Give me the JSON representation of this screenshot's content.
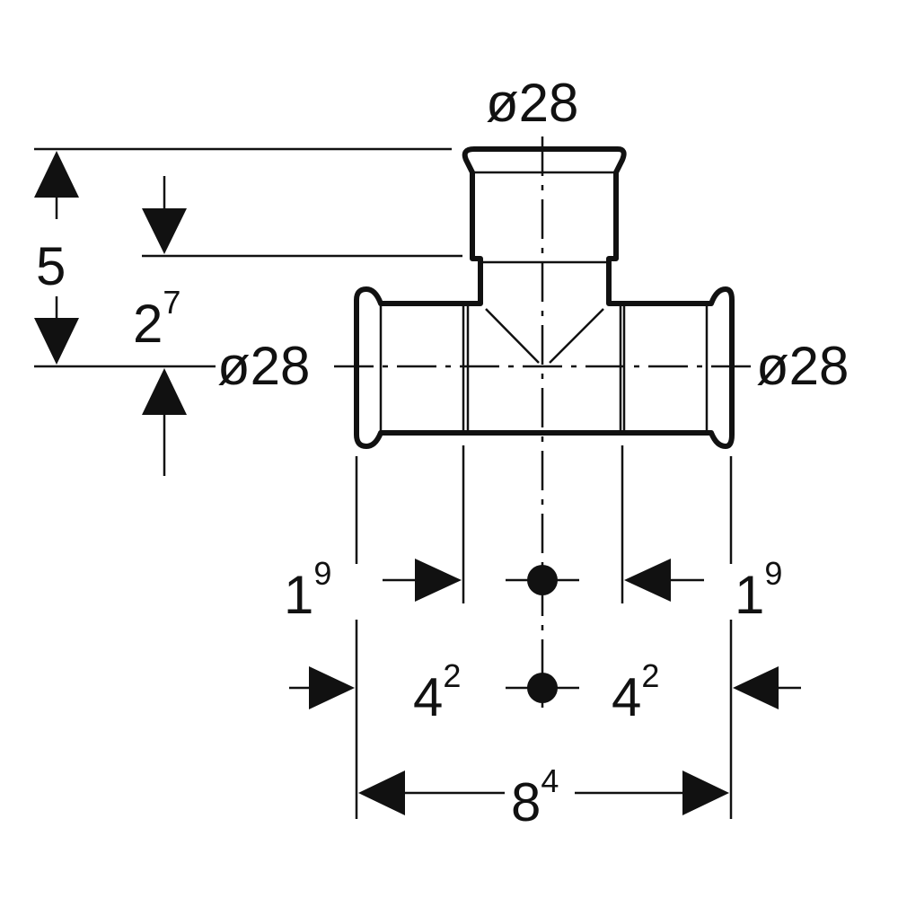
{
  "drawing": {
    "colors": {
      "line": "#111111",
      "background": "#ffffff"
    },
    "labels": {
      "top_diameter": "ø28",
      "left_diameter": "ø28",
      "right_diameter": "ø28",
      "height_total": "5",
      "height_branch_base": "2",
      "height_branch_sup": "7",
      "left_socket_base": "1",
      "left_socket_sup": "9",
      "right_socket_base": "1",
      "right_socket_sup": "9",
      "left_half_base": "4",
      "left_half_sup": "2",
      "right_half_base": "4",
      "right_half_sup": "2",
      "total_length_base": "8",
      "total_length_sup": "4"
    }
  }
}
